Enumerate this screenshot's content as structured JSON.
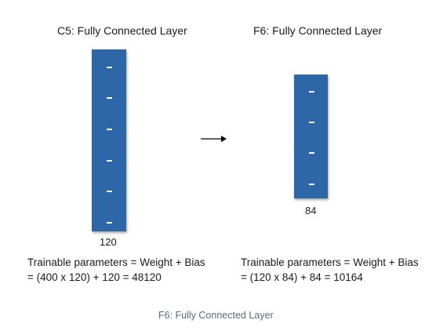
{
  "left_layer": {
    "title": "C5: Fully Connected Layer",
    "node_marks": [
      "-",
      "-",
      "-",
      "-",
      "-",
      "-"
    ],
    "count": "120",
    "param_line1": "Trainable parameters = Weight + Bias",
    "param_line2": "= (400 x 120) + 120 = 48120"
  },
  "right_layer": {
    "title": "F6: Fully Connected Layer",
    "node_marks": [
      "-",
      "-",
      "-",
      "-"
    ],
    "count": "84",
    "param_line1": "Trainable parameters = Weight + Bias",
    "param_line2": "= (120 x 84) + 84 = 10164"
  },
  "caption": "F6: Fully Connected Layer",
  "colors": {
    "layer_fill": "#2e67a8",
    "node_mark": "#ffffff",
    "caption_text": "#5a6b7b"
  },
  "icons": {
    "connector": "right-arrow-icon"
  }
}
